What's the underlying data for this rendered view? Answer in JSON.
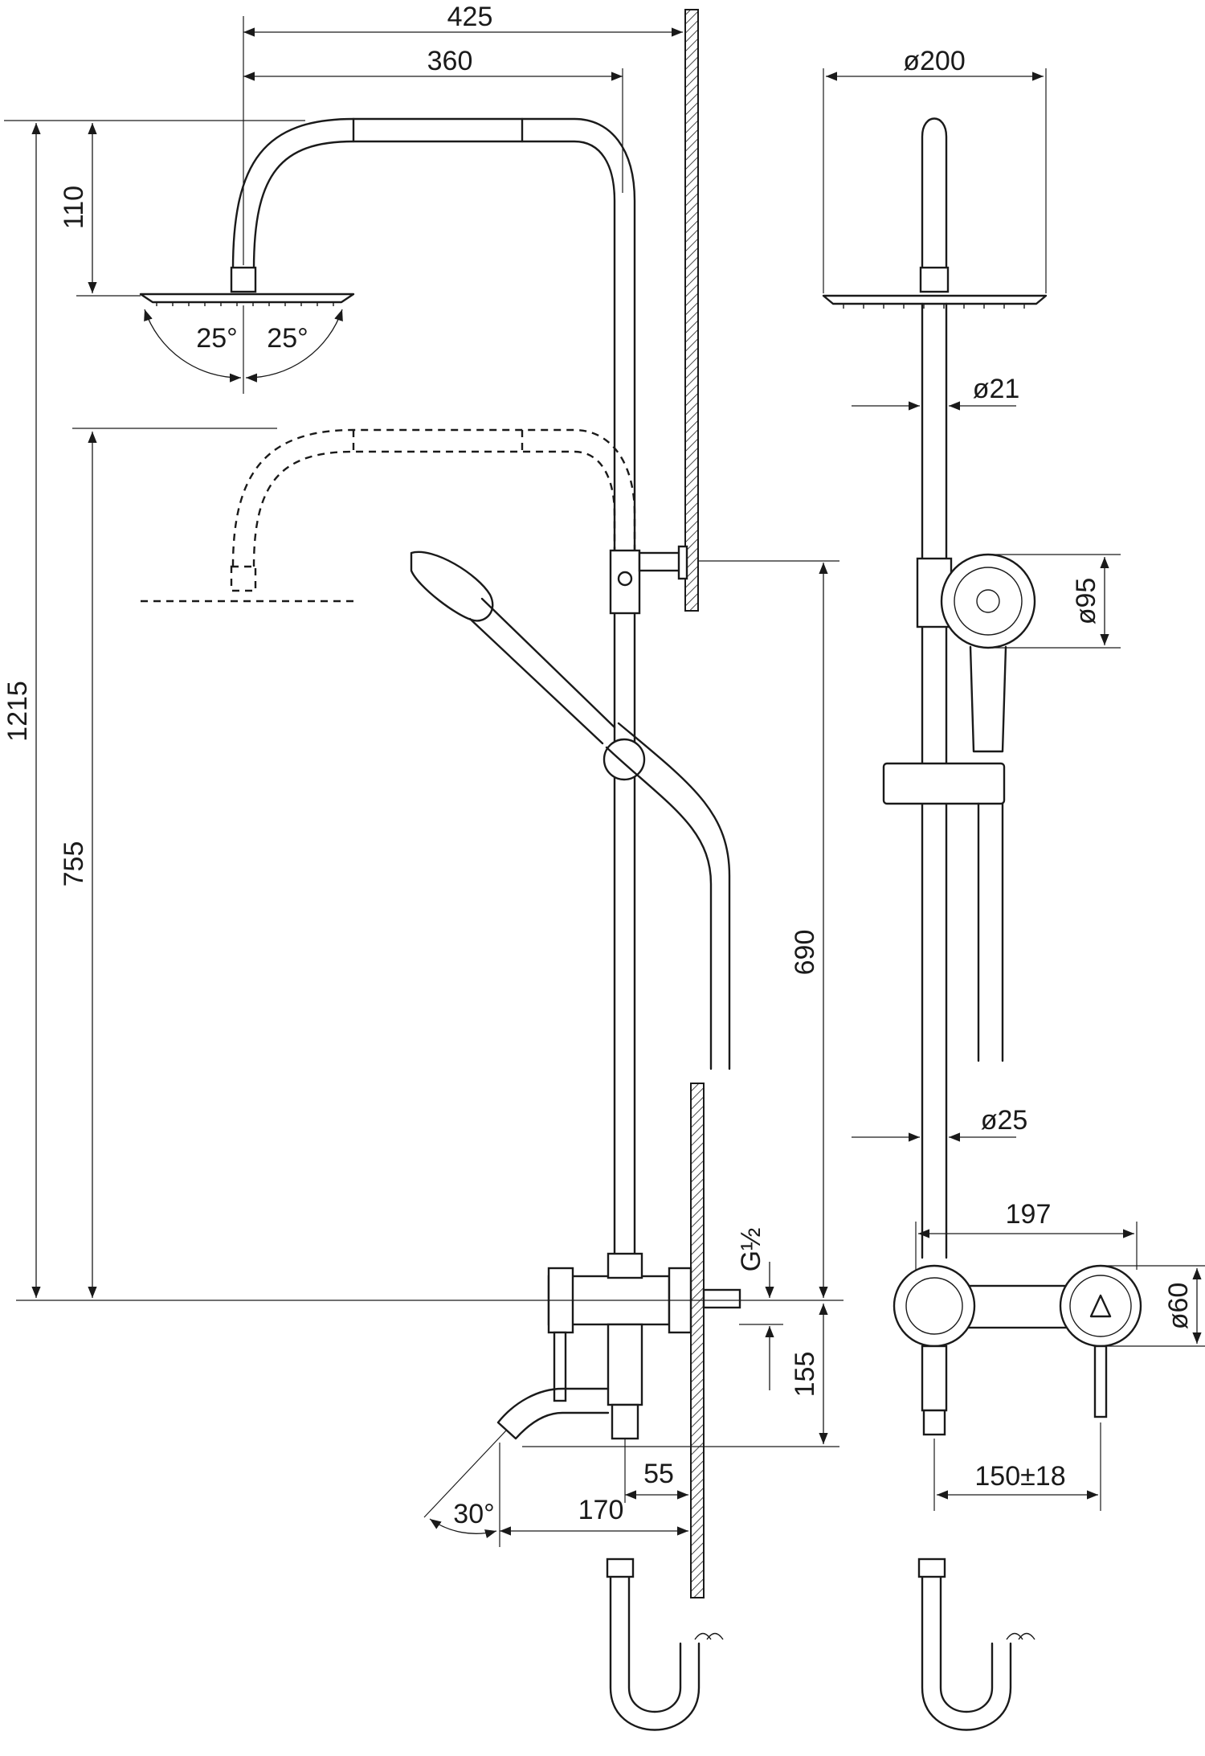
{
  "dimensions": {
    "total_width": "425",
    "arm_reach": "360",
    "head_drop": "110",
    "tilt_left": "25°",
    "tilt_right": "25°",
    "total_height": "1215",
    "lower_height": "755",
    "bracket_height": "690",
    "connection_thread": "G½",
    "outlet_height": "155",
    "spout_offset": "55",
    "spout_reach": "170",
    "spout_angle": "30°",
    "head_diameter": "ø200",
    "top_pipe_diameter": "ø21",
    "hand_shower_diameter": "ø95",
    "bottom_pipe_diameter": "ø25",
    "mixer_width": "197",
    "knob_diameter": "ø60",
    "centre_distance": "150±18"
  }
}
